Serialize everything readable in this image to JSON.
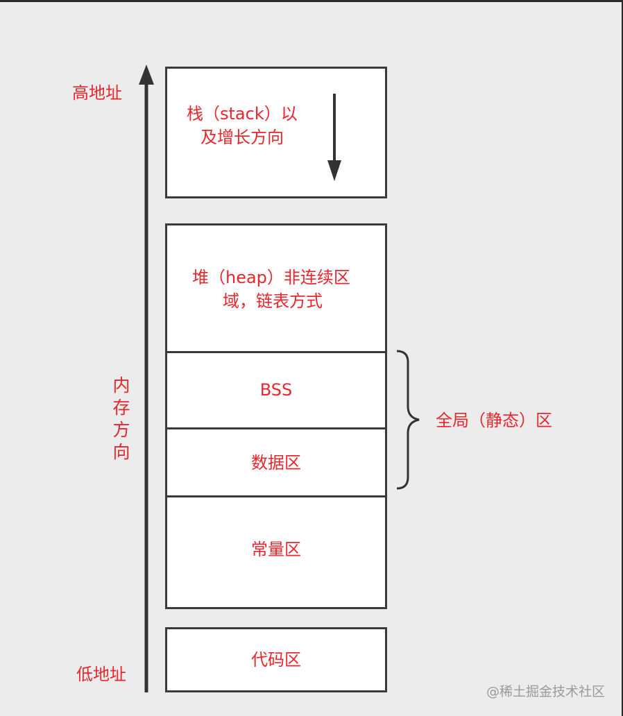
{
  "labels": {
    "high_address": "高地址",
    "low_address": "低地址",
    "memory_direction": [
      "内",
      "存",
      "方",
      "向"
    ],
    "global_static": "全局（静态）区"
  },
  "segments": {
    "stack_line1": "栈（stack）以",
    "stack_line2": "及增长方向",
    "heap_line1": "堆（heap）非连续区",
    "heap_line2": "域，链表方式",
    "bss": "BSS",
    "data": "数据区",
    "const": "常量区",
    "code": "代码区"
  },
  "watermark": "@稀土掘金技术社区",
  "colors": {
    "label_red": "#e8262c",
    "box_border": "#3a3a3a",
    "box_fill": "#ffffff",
    "background": "#ececec"
  }
}
